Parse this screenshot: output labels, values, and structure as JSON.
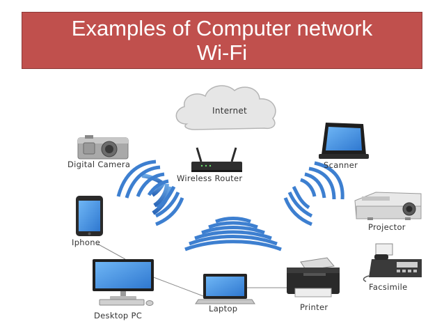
{
  "title": {
    "line1": "Examples of Computer network",
    "line2": "Wi-Fi"
  },
  "colors": {
    "banner": "#c0504d",
    "wave": "#3d7fd0",
    "screen": "#3f8fe0"
  },
  "devices": {
    "internet": "Internet",
    "digital_camera": "Digital Camera",
    "wireless_router": "Wireless Router",
    "scanner": "Scanner",
    "projector": "Projector",
    "iphone": "Iphone",
    "desktop_pc": "Desktop PC",
    "laptop": "Laptop",
    "printer": "Printer",
    "facsimile": "Facsimile"
  },
  "icons": [
    "cloud-icon",
    "camera-icon",
    "router-icon",
    "scanner-icon",
    "projector-icon",
    "phone-icon",
    "desktop-icon",
    "laptop-icon",
    "printer-icon",
    "fax-icon",
    "wifi-wave-icon"
  ]
}
